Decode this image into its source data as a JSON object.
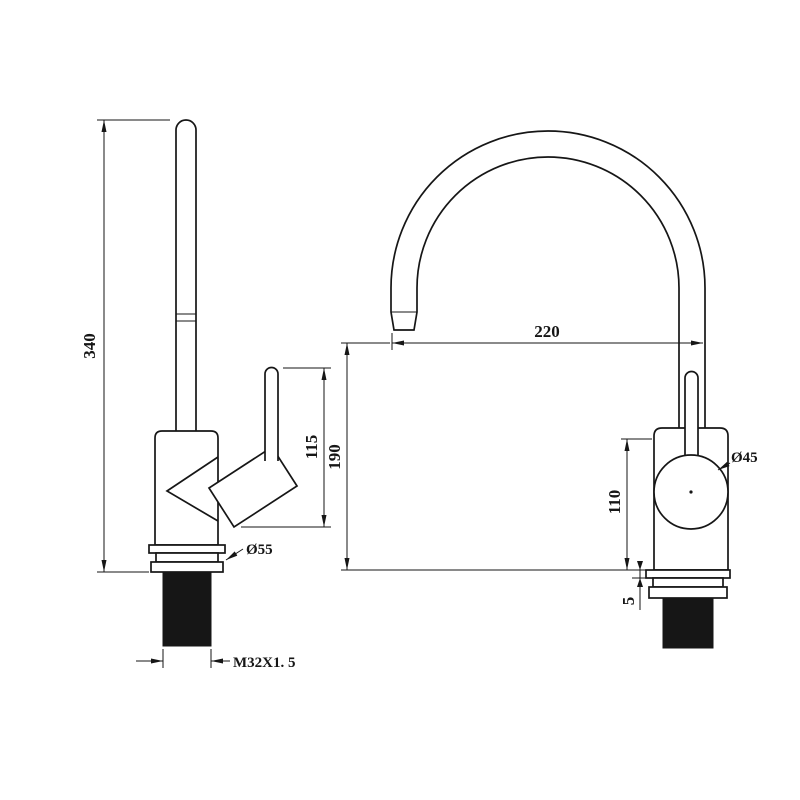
{
  "drawing": {
    "background_color": "#ffffff",
    "line_color": "#161616",
    "side_view": {
      "overall_height": "340",
      "handle_height": "115",
      "base_diameter": "Ø55",
      "thread_spec": "M32X1. 5"
    },
    "front_view": {
      "spout_reach": "220",
      "spout_height": "190",
      "body_height": "110",
      "handle_diameter": "Ø45",
      "flange_thickness": "5"
    }
  }
}
